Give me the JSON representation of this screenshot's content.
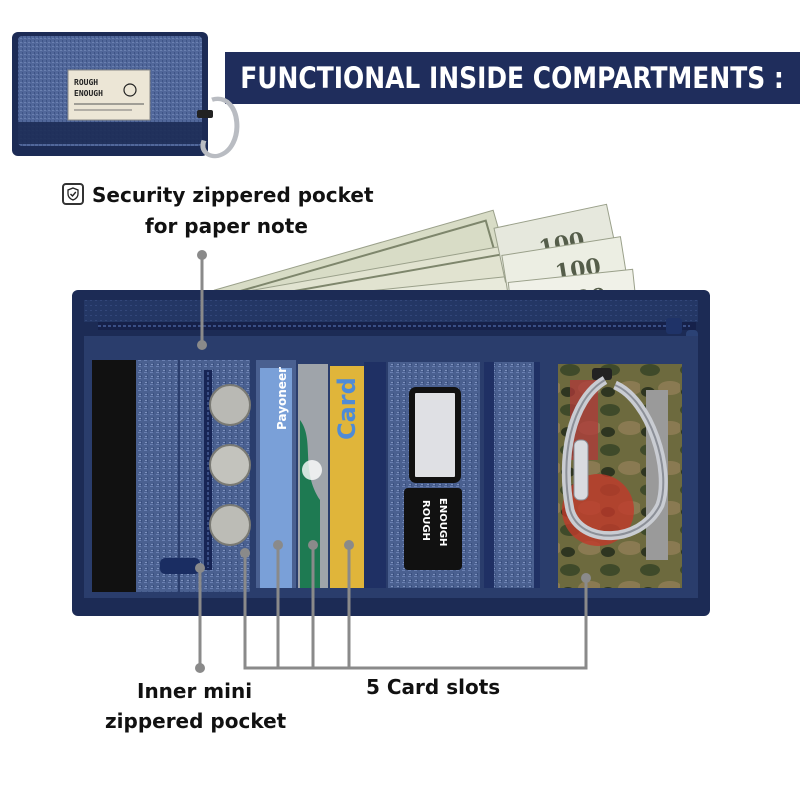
{
  "header": {
    "title": "FUNCTIONAL INSIDE COMPARTMENTS :",
    "banner_color": "#1f2d5c"
  },
  "thumbnail": {
    "logo_line1": "ROUGH",
    "logo_line2": "ENOUGH"
  },
  "callouts": {
    "security_line1": "Security zippered pocket",
    "security_line2": "for paper note",
    "inner_line1": "Inner mini",
    "inner_line2": "zippered pocket",
    "cards": "5 Card slots"
  },
  "wallet": {
    "brand_line1": "ROUGH",
    "brand_line2": "ENOUGH",
    "card_brand": "Payoneer",
    "bill_values": [
      "100",
      "100",
      "100"
    ],
    "fabric_color": "#2b3f6e",
    "trim_color": "#1c2b55"
  },
  "icons": [
    "shield-check-icon",
    "carabiner-icon",
    "zipper-pull-icon",
    "coin-icon"
  ]
}
